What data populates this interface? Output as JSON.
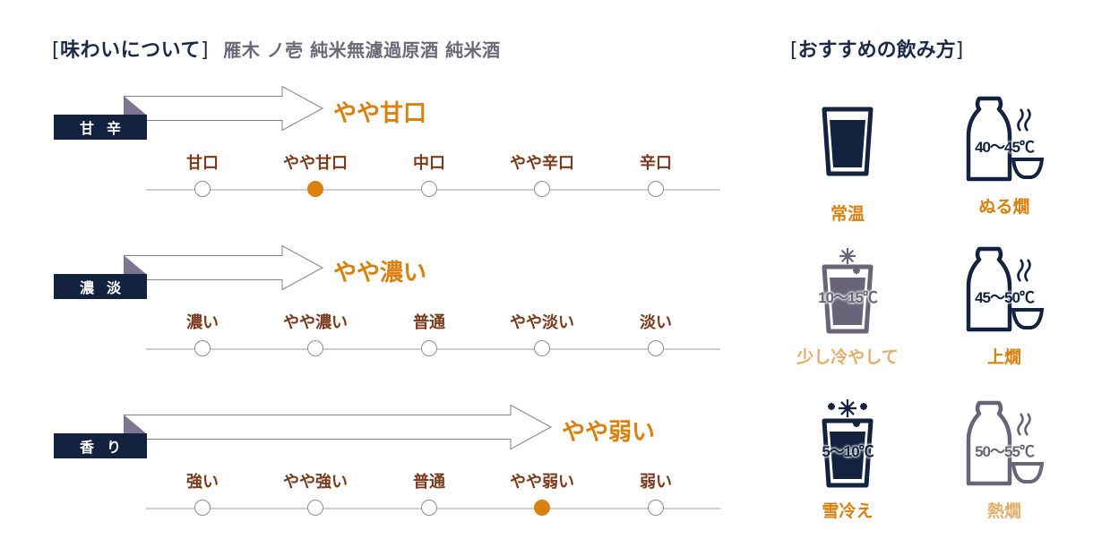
{
  "header": {
    "bracket_open": "[",
    "title": "味わいについて",
    "bracket_close": "]",
    "product": "雁木 ノ壱 純米無濾過原酒 純米酒"
  },
  "taste_rows": [
    {
      "label": "甘辛",
      "result": "やや甘口",
      "scale": [
        "甘口",
        "やや甘口",
        "中口",
        "やや辛口",
        "辛口"
      ],
      "selected_index": 1
    },
    {
      "label": "濃淡",
      "result": "やや濃い",
      "scale": [
        "濃い",
        "やや濃い",
        "普通",
        "やや淡い",
        "淡い"
      ],
      "selected_index": null
    },
    {
      "label": "香り",
      "result": "やや弱い",
      "scale": [
        "強い",
        "やや強い",
        "普通",
        "やや弱い",
        "弱い"
      ],
      "selected_index": 3
    }
  ],
  "recommend": {
    "bracket_open": "[",
    "title": "おすすめの飲み方",
    "bracket_close": "]",
    "items": [
      {
        "icon": "glass-icon",
        "label": "常温",
        "temp": "",
        "status": "recommended"
      },
      {
        "icon": "tokkuri-warm-icon",
        "label": "ぬる燗",
        "temp": "40〜45℃",
        "status": "recommended"
      },
      {
        "icon": "glass-chilled-icon",
        "label": "少し冷やして",
        "temp": "10〜15℃",
        "status": "acceptable"
      },
      {
        "icon": "tokkuri-warm-icon",
        "label": "上燗",
        "temp": "45〜50℃",
        "status": "recommended"
      },
      {
        "icon": "glass-iced-icon",
        "label": "雪冷え",
        "temp": "5〜10℃",
        "status": "recommended"
      },
      {
        "icon": "tokkuri-hot-icon",
        "label": "熱燗",
        "temp": "50〜55℃",
        "status": "acceptable"
      }
    ]
  },
  "colors": {
    "navy": "#13223f",
    "orange": "#d9800f",
    "brown": "#7a3a1c",
    "muted_icon": "#6a6478",
    "muted_label": "#e3ad6c",
    "fold": "#7e7590",
    "arrow_stroke": "#7c8597"
  }
}
